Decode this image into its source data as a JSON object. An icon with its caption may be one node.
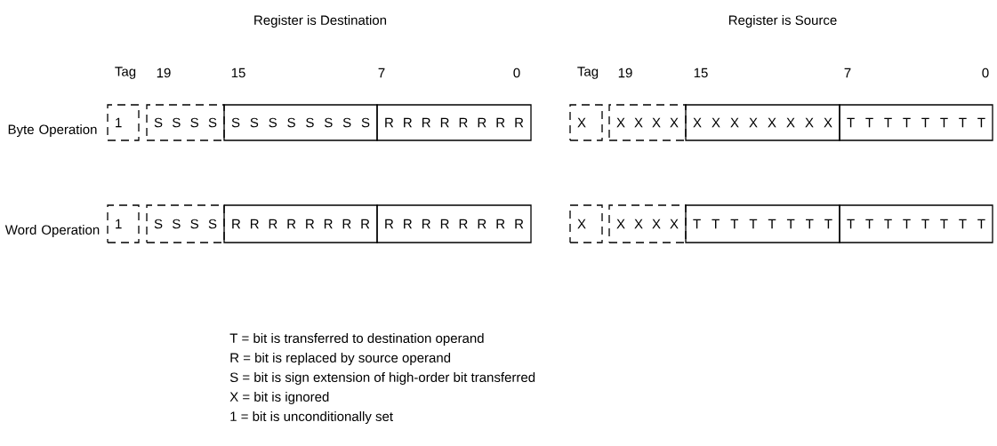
{
  "diagram": {
    "nodes": [
      {
        "text": [
          "1"
        ]
      },
      {
        "text": [
          "S S S S"
        ]
      },
      {
        "text": [
          "S S S S S S S S"
        ]
      },
      {
        "text": [
          "R R R R R R R R"
        ]
      },
      {
        "text": [
          "X"
        ]
      },
      {
        "text": [
          "X X X X"
        ]
      },
      {
        "text": [
          "X X X X X X X X"
        ]
      },
      {
        "text": [
          "T T T T T T T T"
        ]
      },
      {
        "text": [
          "1"
        ]
      },
      {
        "text": [
          "S S S S"
        ]
      },
      {
        "text": [
          "R R R R R R R R"
        ]
      },
      {
        "text": [
          "R R R R R R R R"
        ]
      },
      {
        "text": [
          "X"
        ]
      },
      {
        "text": [
          "X X X X"
        ]
      },
      {
        "text": [
          "T T T T T T T T"
        ]
      },
      {
        "text": [
          "T T T T T T T T"
        ]
      }
    ],
    "labels": [
      "Register is Destination",
      "Register is Source",
      "Tag",
      "19",
      "15",
      "7",
      "0",
      "Tag",
      "19",
      "15",
      "7",
      "0",
      "Byte Operation",
      "Word Operation",
      "T = bit is transferred to destination operand",
      "R = bit is replaced by source operand",
      "S = bit is sign extension of high-order bit transferred",
      "X = bit is ignored",
      "1 = bit is unconditionally set"
    ]
  }
}
